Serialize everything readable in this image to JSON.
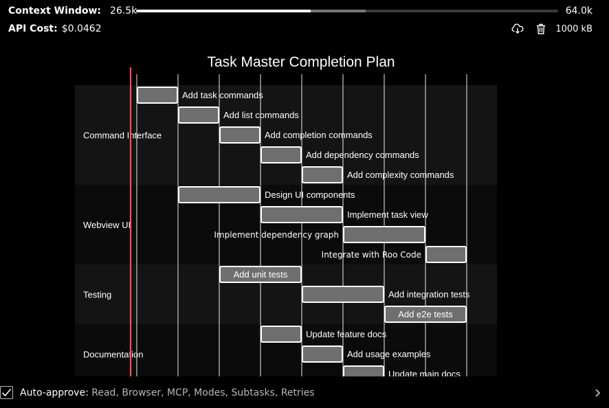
{
  "context": {
    "label": "Context Window:",
    "used": "26.5k",
    "max": "64.0k",
    "used_fraction": 0.414,
    "reserved_fraction": 0.13
  },
  "cost": {
    "label": "API Cost:",
    "value": "$0.0462",
    "size": "1000 kB"
  },
  "icons": {
    "download": "cloud-download-icon",
    "delete": "trash-icon",
    "check": "check-icon",
    "expand": "chevron-right-icon"
  },
  "auto_approve": {
    "label": "Auto-approve:",
    "items": "Read, Browser, MCP, Modes, Subtasks, Retries"
  },
  "colors": {
    "bar_fill": "#6f6f6f",
    "bar_stroke": "#ffffff",
    "today_line": "#e05a62",
    "section_a": "#141414",
    "section_b": "#0b0b0b"
  },
  "chart_data": {
    "type": "gantt",
    "title": "Task Master Completion Plan",
    "sections": [
      {
        "name": "Command Interface",
        "tasks": [
          {
            "name": "Add task commands",
            "start": 0,
            "end": 1
          },
          {
            "name": "Add list commands",
            "start": 1,
            "end": 2
          },
          {
            "name": "Add completion commands",
            "start": 2,
            "end": 3
          },
          {
            "name": "Add dependency commands",
            "start": 3,
            "end": 4
          },
          {
            "name": "Add complexity commands",
            "start": 4,
            "end": 5
          }
        ]
      },
      {
        "name": "Webview UI",
        "tasks": [
          {
            "name": "Design UI components",
            "start": 1,
            "end": 3
          },
          {
            "name": "Implement task view",
            "start": 3,
            "end": 5
          },
          {
            "name": "Implement dependency graph",
            "start": 5,
            "end": 7
          },
          {
            "name": "Integrate with Roo Code",
            "start": 7,
            "end": 8
          }
        ]
      },
      {
        "name": "Testing",
        "tasks": [
          {
            "name": "Add unit tests",
            "start": 2,
            "end": 4
          },
          {
            "name": "Add integration tests",
            "start": 4,
            "end": 6
          },
          {
            "name": "Add e2e tests",
            "start": 6,
            "end": 8
          }
        ]
      },
      {
        "name": "Documentation",
        "tasks": [
          {
            "name": "Update feature docs",
            "start": 3,
            "end": 4
          },
          {
            "name": "Add usage examples",
            "start": 4,
            "end": 5
          },
          {
            "name": "Update main docs",
            "start": 5,
            "end": 6
          }
        ]
      }
    ],
    "today": -0.15,
    "grid": true,
    "xlim": [
      0,
      8
    ]
  }
}
